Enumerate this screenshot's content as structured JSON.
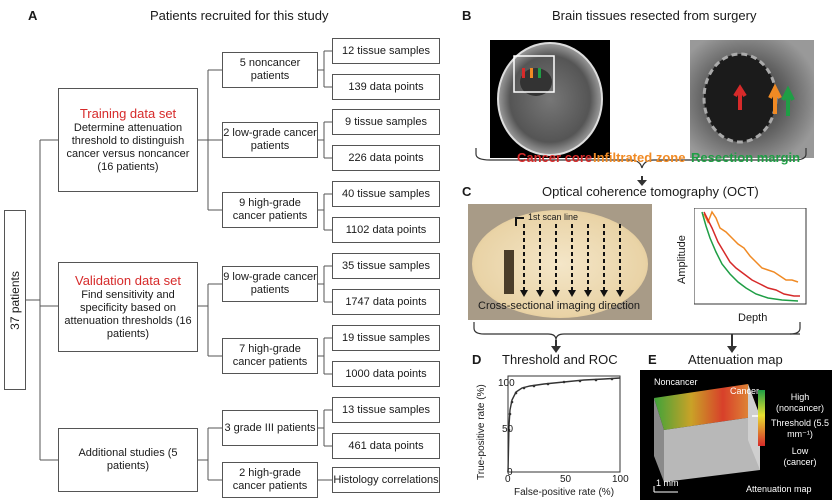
{
  "panelA": {
    "letter": "A",
    "title": "Patients recruited for this study",
    "root": "37 patients",
    "training": {
      "title": "Training data set",
      "body": "Determine attenuation threshold to distinguish cancer versus noncancer (16 patients)",
      "groups": [
        {
          "label": "5 noncancer patients",
          "samples": "12 tissue samples",
          "points": "139 data points"
        },
        {
          "label": "2 low-grade cancer patients",
          "samples": "9 tissue samples",
          "points": "226 data points"
        },
        {
          "label": "9 high-grade cancer patients",
          "samples": "40 tissue samples",
          "points": "1102 data points"
        }
      ]
    },
    "validation": {
      "title": "Validation data set",
      "body": "Find sensitivity and specificity based on attenuation thresholds (16 patients)",
      "groups": [
        {
          "label": "9 low-grade cancer patients",
          "samples": "35 tissue samples",
          "points": "1747 data points"
        },
        {
          "label": "7 high-grade cancer patients",
          "samples": "19 tissue samples",
          "points": "1000 data points"
        }
      ]
    },
    "additional": {
      "body": "Additional studies (5 patients)",
      "groups": [
        {
          "label": "3 grade III patients",
          "samples": "13 tissue samples",
          "points": "461 data points"
        },
        {
          "label": "2 high-grade cancer patients",
          "single": "Histology correlations"
        }
      ]
    }
  },
  "panelB": {
    "letter": "B",
    "title": "Brain tissues resected from surgery",
    "legend": {
      "core": "Cancer core",
      "infiltrated": "Infiltrated zone",
      "margin": "Resection margin"
    }
  },
  "panelC": {
    "letter": "C",
    "title": "Optical coherence tomography (OCT)",
    "scan_label": "1st scan line",
    "direction_label": "Cross-sectional imaging direction",
    "ylabel": "Amplitude",
    "xlabel": "Depth"
  },
  "panelD": {
    "letter": "D",
    "title": "Threshold and ROC",
    "xlabel": "False-positive rate (%)",
    "ylabel": "True-positive rate (%)",
    "xticks": [
      "0",
      "50",
      "100"
    ],
    "yticks": [
      "0",
      "50",
      "100"
    ]
  },
  "panelE": {
    "letter": "E",
    "title": "Attenuation map",
    "noncancer_label": "Noncancer",
    "cancer_label": "Cancer",
    "high_label": "High (noncancer)",
    "threshold_label": "Threshold (5.5 mm⁻¹)",
    "low_label": "Low (cancer)",
    "scale_label": "1 mm",
    "map_label": "Attenuation map"
  },
  "colors": {
    "cancer_core": "#d62a2a",
    "infiltrated": "#f08a24",
    "margin": "#1f9e45"
  }
}
